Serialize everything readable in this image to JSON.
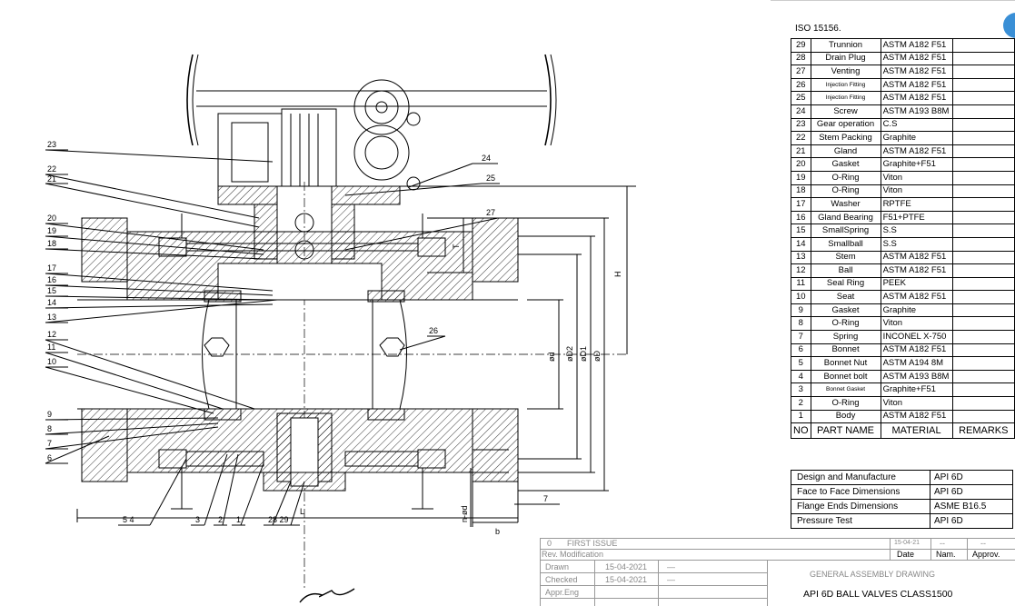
{
  "header_note": "ISO 15156.",
  "parts_table": {
    "rows": [
      {
        "no": "29",
        "name": "Trunnion",
        "material": "ASTM A182 F51",
        "small": false
      },
      {
        "no": "28",
        "name": "Drain Plug",
        "material": "ASTM A182 F51",
        "small": false
      },
      {
        "no": "27",
        "name": "Venting",
        "material": "ASTM A182 F51",
        "small": false
      },
      {
        "no": "26",
        "name": "Injection Fitting",
        "material": "ASTM A182 F51",
        "small": true
      },
      {
        "no": "25",
        "name": "Injection Fitting",
        "material": "ASTM A182 F51",
        "small": true
      },
      {
        "no": "24",
        "name": "Screw",
        "material": "ASTM A193 B8M",
        "small": false
      },
      {
        "no": "23",
        "name": "Gear operation",
        "material": "C.S",
        "small": false
      },
      {
        "no": "22",
        "name": "Stem Packing",
        "material": "Graphite",
        "small": false
      },
      {
        "no": "21",
        "name": "Gland",
        "material": "ASTM A182 F51",
        "small": false
      },
      {
        "no": "20",
        "name": "Gasket",
        "material": "Graphite+F51",
        "small": false
      },
      {
        "no": "19",
        "name": "O-Ring",
        "material": "Viton",
        "small": false
      },
      {
        "no": "18",
        "name": "O-Ring",
        "material": "Viton",
        "small": false
      },
      {
        "no": "17",
        "name": "Washer",
        "material": "RPTFE",
        "small": false
      },
      {
        "no": "16",
        "name": "Gland Bearing",
        "material": "F51+PTFE",
        "small": false
      },
      {
        "no": "15",
        "name": "SmallSpring",
        "material": "S.S",
        "small": false
      },
      {
        "no": "14",
        "name": "Smallball",
        "material": "S.S",
        "small": false
      },
      {
        "no": "13",
        "name": "Stem",
        "material": "ASTM A182 F51",
        "small": false
      },
      {
        "no": "12",
        "name": "Ball",
        "material": "ASTM A182 F51",
        "small": false
      },
      {
        "no": "11",
        "name": "Seal Ring",
        "material": "PEEK",
        "small": false
      },
      {
        "no": "10",
        "name": "Seat",
        "material": "ASTM A182 F51",
        "small": false
      },
      {
        "no": "9",
        "name": "Gasket",
        "material": "Graphite",
        "small": false
      },
      {
        "no": "8",
        "name": "O-Ring",
        "material": "Viton",
        "small": false
      },
      {
        "no": "7",
        "name": "Spring",
        "material": "INCONEL X-750",
        "small": false
      },
      {
        "no": "6",
        "name": "Bonnet",
        "material": "ASTM A182 F51",
        "small": false
      },
      {
        "no": "5",
        "name": "Bonnet Nut",
        "material": "ASTM A194 8M",
        "small": false
      },
      {
        "no": "4",
        "name": "Bonnet bolt",
        "material": "ASTM A193 B8M",
        "small": false
      },
      {
        "no": "3",
        "name": "Bonnet Gasket",
        "material": "Graphite+F51",
        "small": true
      },
      {
        "no": "2",
        "name": "O-Ring",
        "material": "Viton",
        "small": false
      },
      {
        "no": "1",
        "name": "Body",
        "material": "ASTM A182 F51",
        "small": false
      }
    ],
    "headers": {
      "no": "NO",
      "name": "PART NAME",
      "material": "MATERIAL",
      "remarks": "REMARKS"
    }
  },
  "standards_table": [
    {
      "label": "Design and Manufacture",
      "value": "API 6D"
    },
    {
      "label": "Face to Face Dimensions",
      "value": "API 6D"
    },
    {
      "label": "Flange Ends Dimensions",
      "value": "ASME B16.5"
    },
    {
      "label": "Pressure Test",
      "value": "API 6D"
    }
  ],
  "title_block": {
    "rev": "0",
    "rev_desc": "FIRST ISSUE",
    "rev_date": "15-04-21",
    "rev_nam": "--",
    "rev_approv": "--",
    "rev_label": "Rev.",
    "modification_label": "Modification",
    "date_label": "Date",
    "nam_label": "Nam.",
    "approv_label": "Approv.",
    "drawn_label": "Drawn",
    "drawn_date": "15-04-2021",
    "drawn_dash": "—",
    "checked_label": "Checked",
    "checked_date": "15-04-2021",
    "checked_dash": "—",
    "appr_label": "Appr.Eng",
    "drawing_type": "GENERAL ASSEMBLY DRAWING",
    "drawing_title": "API 6D  BALL VALVES CLASS1500"
  },
  "balloons": {
    "b23": "23",
    "b22": "22",
    "b21": "21",
    "b24": "24",
    "b25": "25",
    "b27": "27",
    "b20": "20",
    "b19": "19",
    "b18": "18",
    "b17": "17",
    "b16": "16",
    "b15": "15",
    "b14": "14",
    "b13": "13",
    "b12": "12",
    "b11": "11",
    "b10": "10",
    "b26": "26",
    "b9": "9",
    "b8": "8",
    "b7": "7",
    "b6": "6",
    "b7r": "7",
    "b5_4": "5  4",
    "b3": "3",
    "b2": "2",
    "b1": "1",
    "b28_29": "28 29"
  },
  "dimensions": {
    "H": "H",
    "L": "L",
    "b": "b",
    "T": "T",
    "d": "ød",
    "D2": "øD2",
    "D1": "øD1",
    "D": "øD",
    "nd": "n-ød"
  }
}
